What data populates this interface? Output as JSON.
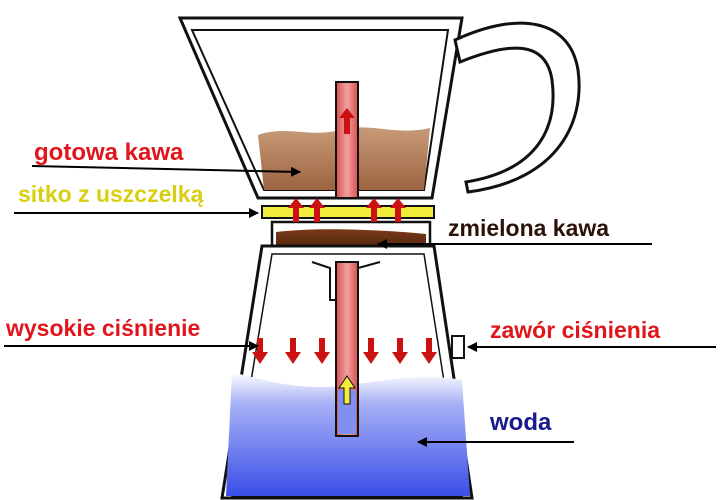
{
  "labels": {
    "gotowa_kawa": "gotowa kawa",
    "sitko": "sitko z uszczelką",
    "zmielona_kawa": "zmielona kawa",
    "wysokie_cisnienie": "wysokie ciśnienie",
    "zawor_cisnienia": "zawór ciśnienia",
    "woda": "woda"
  },
  "colors": {
    "red_label": "#e0161c",
    "yellow_label": "#d9cf12",
    "dark_label": "#2a1208",
    "blue_label": "#1a1a8c",
    "brewed_coffee": "#b07a55",
    "ground_coffee": "#5a2a10",
    "water": "#5d6ef0",
    "filter": "#f2ec3a",
    "tube": "#e06a6a",
    "arrow_red": "#cc1111"
  }
}
